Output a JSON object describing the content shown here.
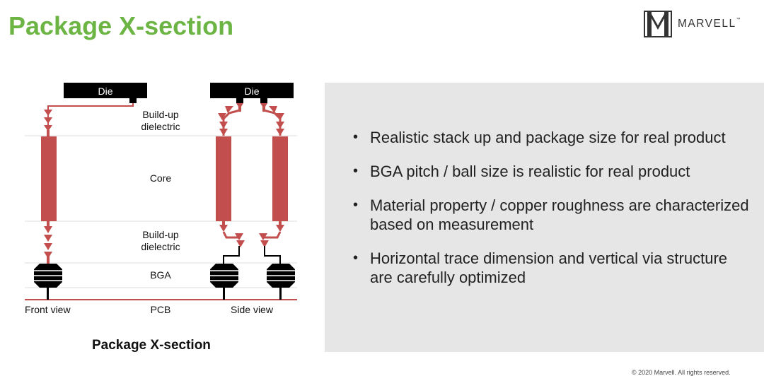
{
  "slide": {
    "title": "Package X-section",
    "footer": "© 2020 Marvell. All rights reserved."
  },
  "logo": {
    "text": "MARVELL",
    "tm": "™"
  },
  "diagram": {
    "front_die": "Die",
    "side_die": "Die",
    "layer_buildup_top": [
      "Build-up",
      "dielectric"
    ],
    "layer_core": "Core",
    "layer_buildup_bottom": [
      "Build-up",
      "dielectric"
    ],
    "layer_bga": "BGA",
    "label_front_view": "Front view",
    "label_pcb": "PCB",
    "label_side_view": "Side view",
    "caption": "Package X-section",
    "colors": {
      "copper": "#c24e4e",
      "dark": "#000000",
      "divider": "#dddddd"
    }
  },
  "bullets": [
    "Realistic stack up and package size for real product",
    "BGA pitch / ball size is realistic for real product",
    "Material property / copper roughness are characterized based on measurement",
    "Horizontal trace dimension and vertical via structure are carefully optimized"
  ]
}
